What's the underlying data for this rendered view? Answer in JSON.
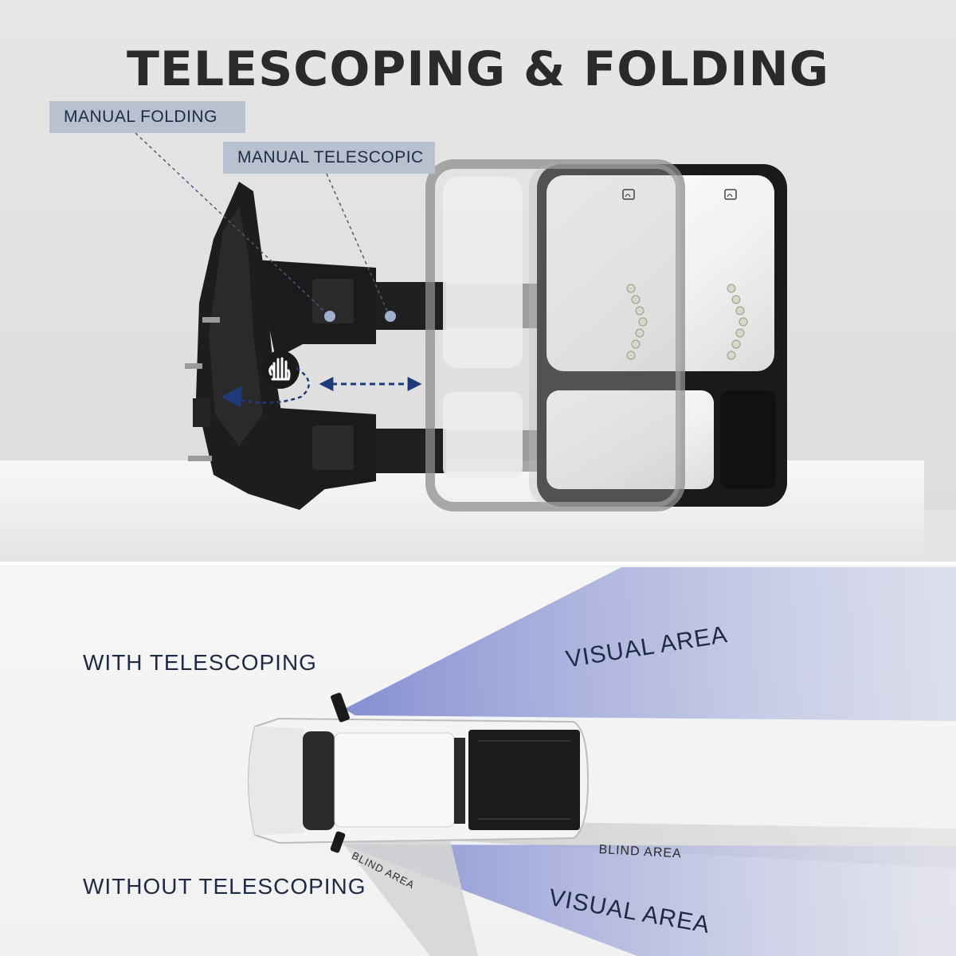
{
  "title": "TELESCOPING & FOLDING",
  "callouts": {
    "manual_folding": "MANUAL FOLDING",
    "manual_telescopic": "MANUAL TELESCOPIC"
  },
  "visibility": {
    "with_telescoping": "WITH TELESCOPING",
    "without_telescoping": "WITHOUT TELESCOPING",
    "visual_area_top": "VISUAL AREA",
    "visual_area_bottom": "VISUAL AREA",
    "blind_area_right": "BLIND AREA",
    "blind_area_near": "BLIND AREA"
  },
  "colors": {
    "title": "#2a2a2a",
    "callout_bg": "#b7c1d0",
    "label_text": "#1f2a44",
    "arrow_blue": "#1f3a78",
    "visual_beam": "#9aa3d8"
  },
  "icons": [
    "hand-icon",
    "heated-glass-icon",
    "turn-signal-arrow-icon"
  ]
}
